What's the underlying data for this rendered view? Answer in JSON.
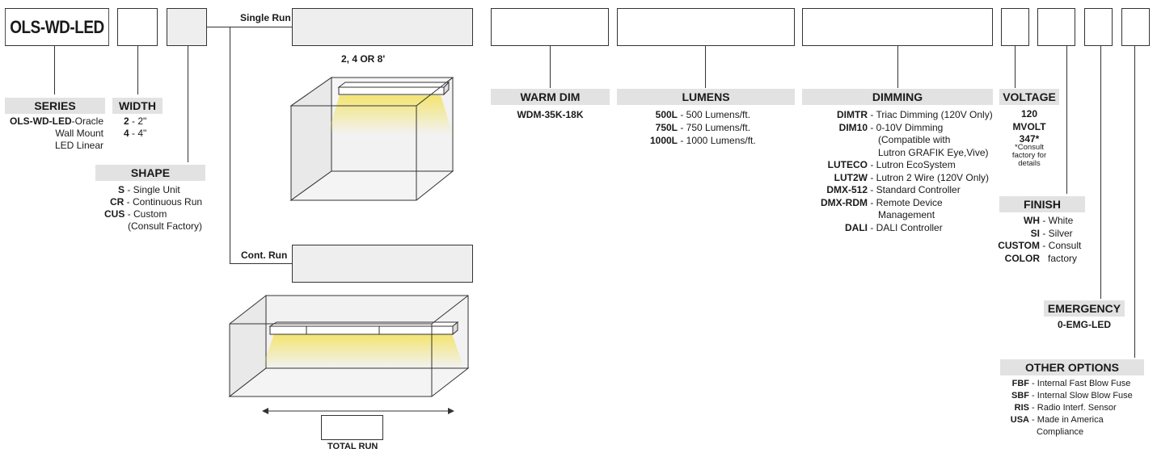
{
  "series_box": "OLS-WD-LED",
  "single_run_label": "Single Run",
  "single_run_sizes": "2, 4 OR 8'",
  "cont_run_label": "Cont. Run",
  "total_run_label": "TOTAL RUN",
  "series": {
    "header": "SERIES",
    "code": "OLS-WD-LED",
    "desc": "-Oracle",
    "lines": [
      "Wall Mount",
      "LED Linear"
    ]
  },
  "width": {
    "header": "WIDTH",
    "items": [
      {
        "code": "2",
        "desc": " - 2\""
      },
      {
        "code": "4",
        "desc": " - 4\""
      }
    ]
  },
  "shape": {
    "header": "SHAPE",
    "items": [
      {
        "code": "S",
        "desc": " - Single Unit"
      },
      {
        "code": "CR",
        "desc": " - Continuous Run"
      },
      {
        "code": "CUS",
        "desc": " - Custom"
      }
    ],
    "extra": "(Consult Factory)"
  },
  "warm_dim": {
    "header": "WARM DIM",
    "value": "WDM-35K-18K"
  },
  "lumens": {
    "header": "LUMENS",
    "items": [
      {
        "code": "500L",
        "desc": " - 500 Lumens/ft."
      },
      {
        "code": "750L",
        "desc": " - 750 Lumens/ft."
      },
      {
        "code": "1000L",
        "desc": " - 1000 Lumens/ft."
      }
    ]
  },
  "dimming": {
    "header": "DIMMING",
    "items": [
      {
        "code": "DIMTR",
        "desc": " - Triac Dimming (120V Only)"
      },
      {
        "code": "DIM10",
        "desc": " - 0-10V Dimming"
      },
      {
        "code": "",
        "desc": "(Compatible with"
      },
      {
        "code": "",
        "desc": "Lutron GRAFIK Eye,Vive)"
      },
      {
        "code": "LUTECO",
        "desc": " - Lutron EcoSystem"
      },
      {
        "code": "LUT2W",
        "desc": " - Lutron 2 Wire (120V Only)"
      },
      {
        "code": "DMX-512",
        "desc": " - Standard Controller"
      },
      {
        "code": "DMX-RDM",
        "desc": " - Remote Device"
      },
      {
        "code": "",
        "desc": "Management"
      },
      {
        "code": "DALI",
        "desc": " - DALI Controller"
      }
    ]
  },
  "voltage": {
    "header": "VOLTAGE",
    "items": [
      "120",
      "MVOLT",
      "347*"
    ],
    "note": "*Consult factory for details"
  },
  "finish": {
    "header": "FINISH",
    "items": [
      {
        "code": "WH",
        "desc": " - White"
      },
      {
        "code": "SI",
        "desc": " - Silver"
      },
      {
        "code": "CUSTOM",
        "desc": " - Consult"
      },
      {
        "code": "COLOR",
        "desc": "   factory"
      }
    ]
  },
  "emergency": {
    "header": "EMERGENCY",
    "value": "0-EMG-LED"
  },
  "other_options": {
    "header": "OTHER OPTIONS",
    "items": [
      {
        "code": "FBF",
        "desc": " - Internal Fast Blow Fuse"
      },
      {
        "code": "SBF",
        "desc": " - Internal Slow Blow Fuse"
      },
      {
        "code": "RIS",
        "desc": " - Radio Interf. Sensor"
      },
      {
        "code": "USA",
        "desc": " - Made in America"
      },
      {
        "code": "",
        "desc": "Compliance"
      }
    ]
  },
  "colors": {
    "header_bg": "#e2e2e2",
    "box_grey": "#eeeeee",
    "line": "#333333",
    "glow": "#f3e36a"
  }
}
